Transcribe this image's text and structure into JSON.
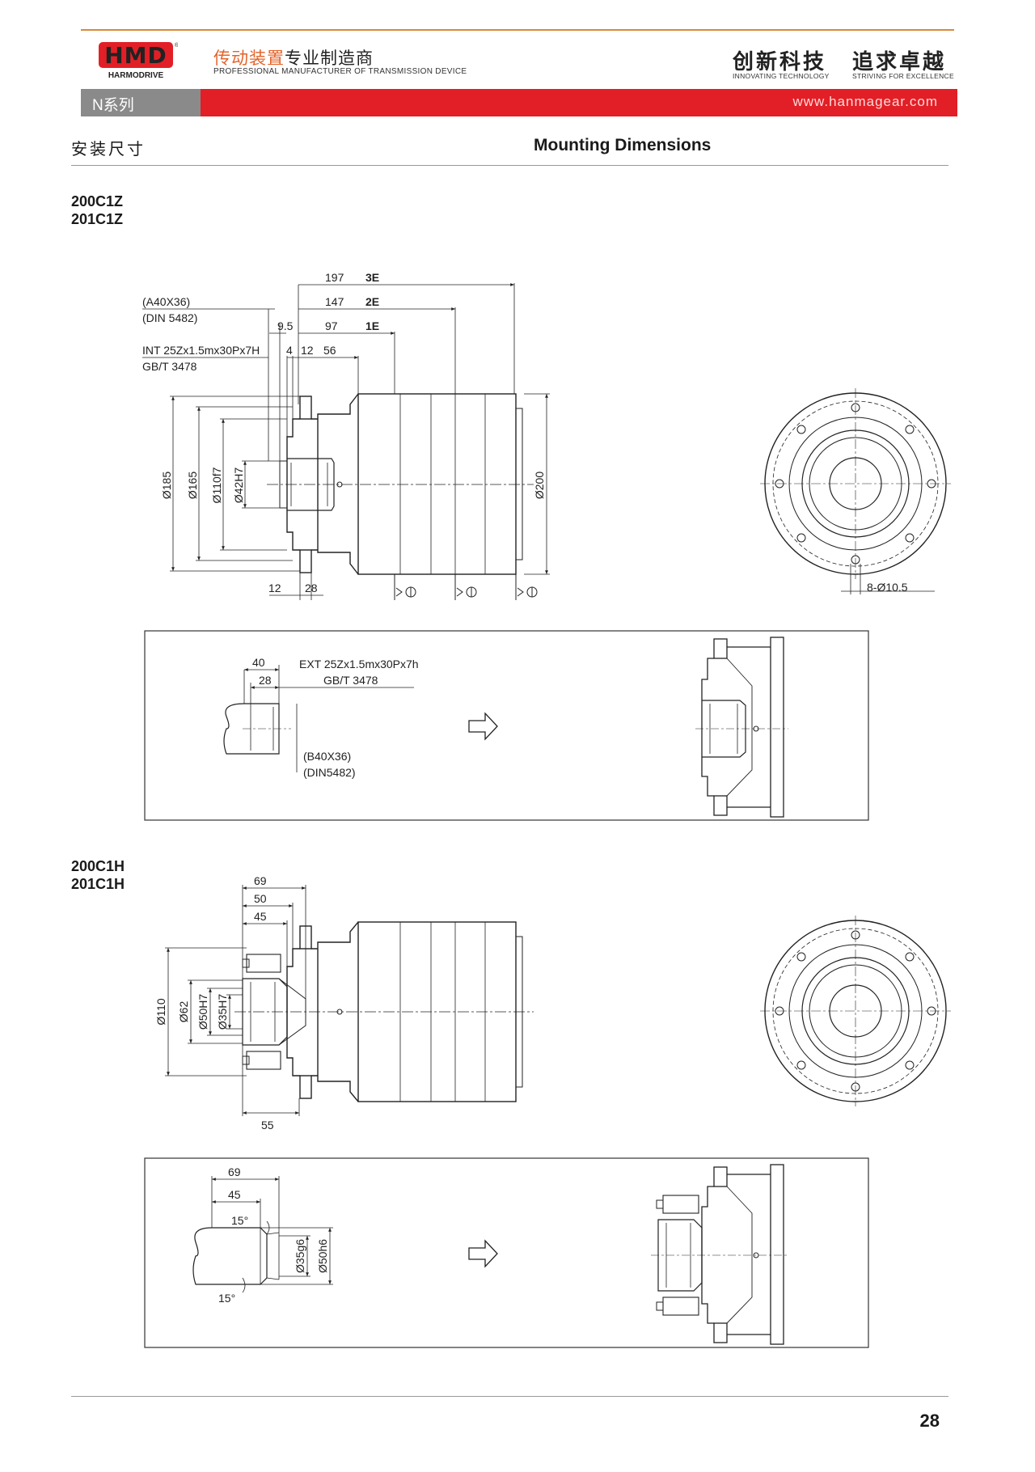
{
  "header": {
    "logo_text": "HMD",
    "logo_sub": "HARMODRIVE",
    "logo_reg": "®",
    "brand_cn_1": "传动装置",
    "brand_cn_2": "专业制造商",
    "brand_en": "PROFESSIONAL MANUFACTURER OF TRANSMISSION DEVICE",
    "slogan_1_cn": "创新科技",
    "slogan_1_en": "INNOVATING TECHNOLOGY",
    "slogan_2_cn": "追求卓越",
    "slogan_2_en": "STRIVING FOR EXCELLENCE",
    "series": "N系列",
    "url": "www.hanmagear.com",
    "colors": {
      "accent": "#e21f26",
      "orange": "#e4632a",
      "gray_bar": "#8a8a8a"
    }
  },
  "section": {
    "title_cn": "安装尺寸",
    "title_en": "Mounting Dimensions"
  },
  "drawing1": {
    "models": [
      "200C1Z",
      "201C1Z"
    ],
    "dims": {
      "l197": "197",
      "e3": "3E",
      "l147": "147",
      "e2": "2E",
      "l97": "97",
      "e1": "1E",
      "a40": "(A40X36)",
      "din1": "(DIN 5482)",
      "d95": "9.5",
      "int": "INT 25Zx1.5mx30Px7H",
      "gb1": "GB/T 3478",
      "d4": "4",
      "d12": "12",
      "d56": "56",
      "phi185": "Ø185",
      "phi165": "Ø165",
      "phi110": "Ø110f7",
      "phi42": "Ø42H7",
      "phi200": "Ø200",
      "b12": "12",
      "b28": "28",
      "holes": "8-Ø10.5"
    }
  },
  "box1": {
    "d40": "40",
    "d28": "28",
    "ext": "EXT 25Zx1.5mx30Px7h",
    "gb": "GB/T 3478",
    "b40": "(B40X36)",
    "din": "(DIN5482)"
  },
  "drawing2": {
    "models": [
      "200C1H",
      "201C1H"
    ],
    "dims": {
      "d69": "69",
      "d50": "50",
      "d45": "45",
      "d55": "55",
      "phi110": "Ø110",
      "phi62": "Ø62",
      "phi50": "Ø50H7",
      "phi35": "Ø35H7"
    }
  },
  "box2": {
    "d69": "69",
    "d45": "45",
    "ang1": "15°",
    "ang2": "15°",
    "phi35": "Ø35g6",
    "phi50": "Ø50h6"
  },
  "footer": {
    "page": "28"
  }
}
